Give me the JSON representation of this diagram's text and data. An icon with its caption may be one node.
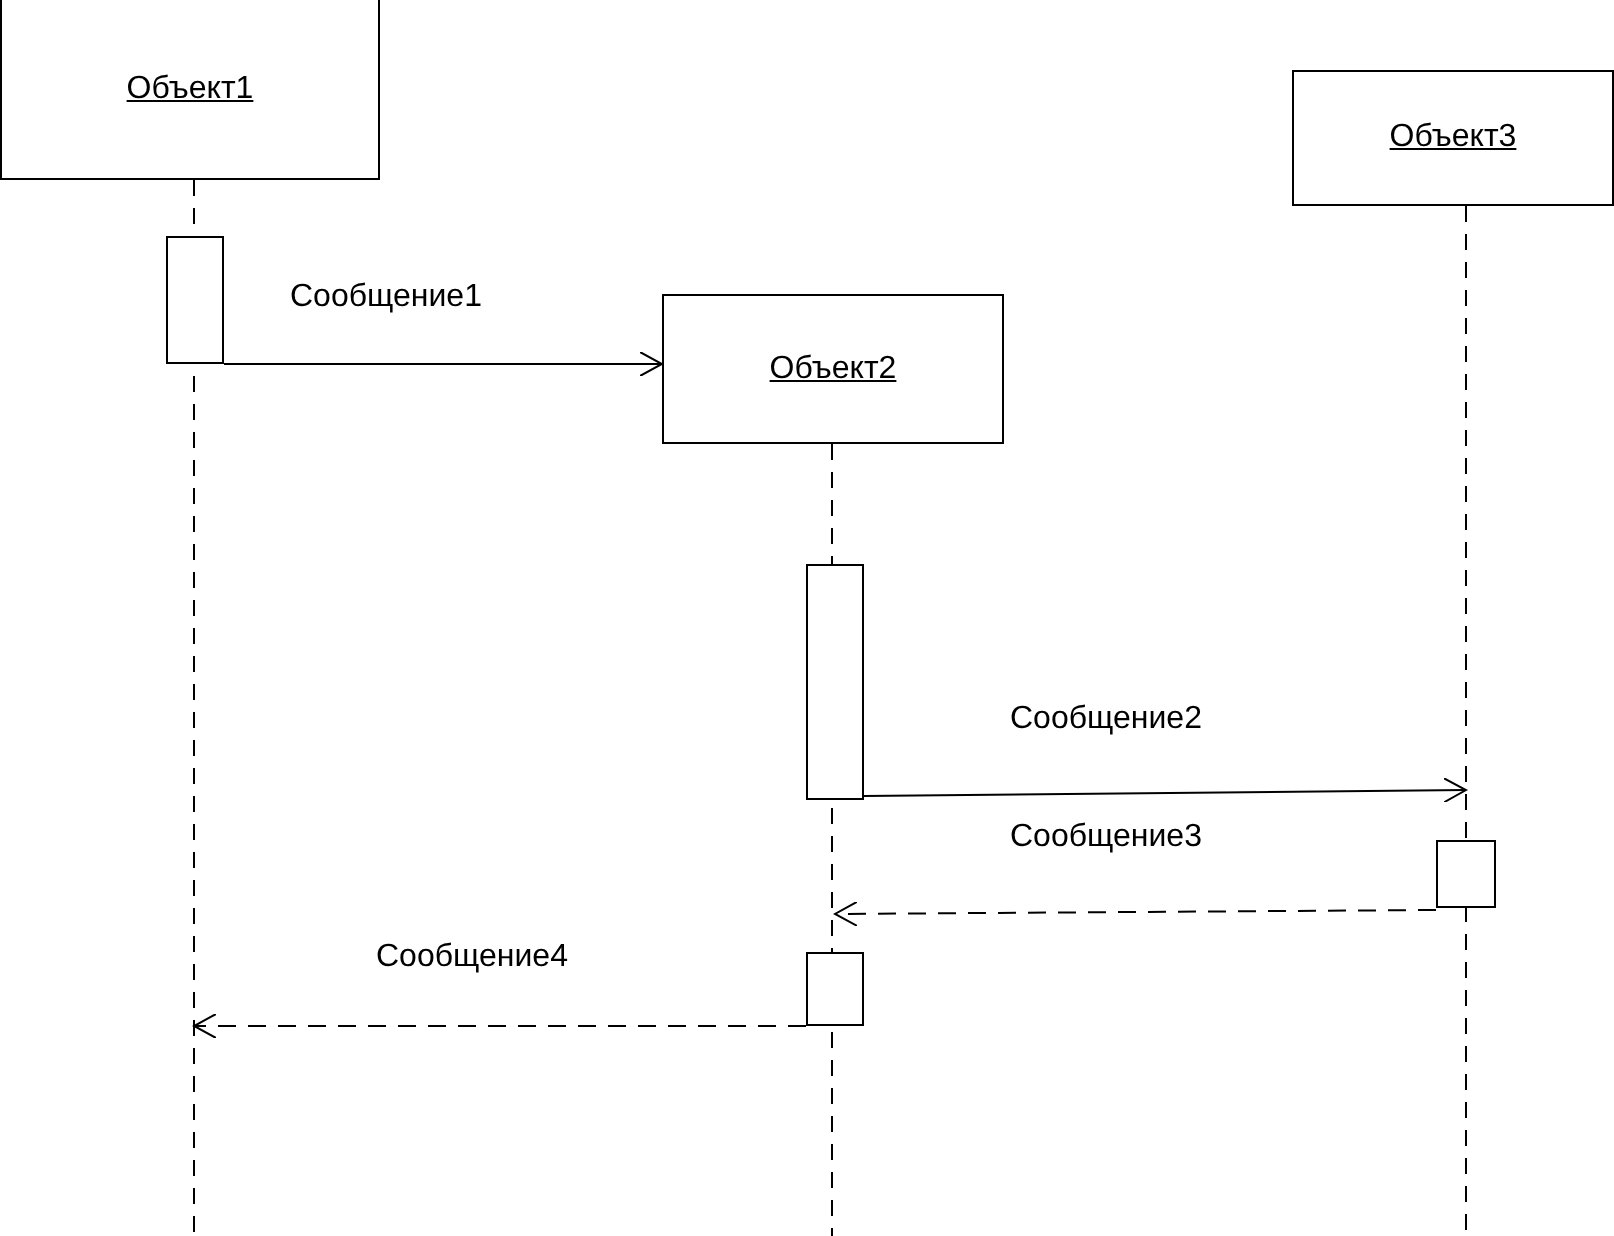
{
  "diagram": {
    "nodes": [
      {
        "text": [
          "Объект1"
        ]
      },
      {
        "text": [
          "Объект2"
        ]
      },
      {
        "text": [
          "Объект3"
        ]
      },
      {
        "text": [],
        "shape": "box"
      },
      {
        "text": [],
        "shape": "box"
      },
      {
        "text": [],
        "shape": "box"
      },
      {
        "text": [],
        "shape": "box"
      }
    ],
    "edges": [
      {
        "from": 3,
        "to": 1,
        "arrow": "to",
        "label": "Сообщение1"
      },
      {
        "from": 4,
        "to": 5,
        "arrow": "to",
        "label": "Сообщение2"
      },
      {
        "from": 5,
        "to": 6,
        "arrow": "to",
        "label": "Сообщение3",
        "style": "dashed"
      },
      {
        "from": 6,
        "to": null,
        "arrow": "to",
        "label": "Сообщение4",
        "style": "dashed"
      }
    ]
  }
}
